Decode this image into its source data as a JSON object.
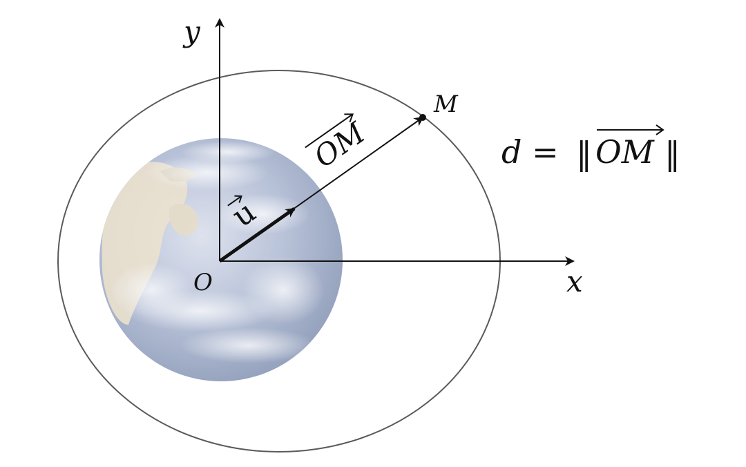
{
  "diagram": {
    "labels": {
      "y_axis": "y",
      "x_axis": "x",
      "origin": "O",
      "point": "M",
      "vector_om": "OM",
      "unit_vector": "u",
      "distance_lhs": "d =",
      "distance_open": "‖",
      "distance_vector": "OM",
      "distance_close": "‖"
    },
    "colors": {
      "stroke": "#111111",
      "orbit": "#555555",
      "earth_ocean": "#8fa2c2",
      "earth_land": "#e9dcc6",
      "earth_cloud": "#f3f4f6"
    }
  }
}
